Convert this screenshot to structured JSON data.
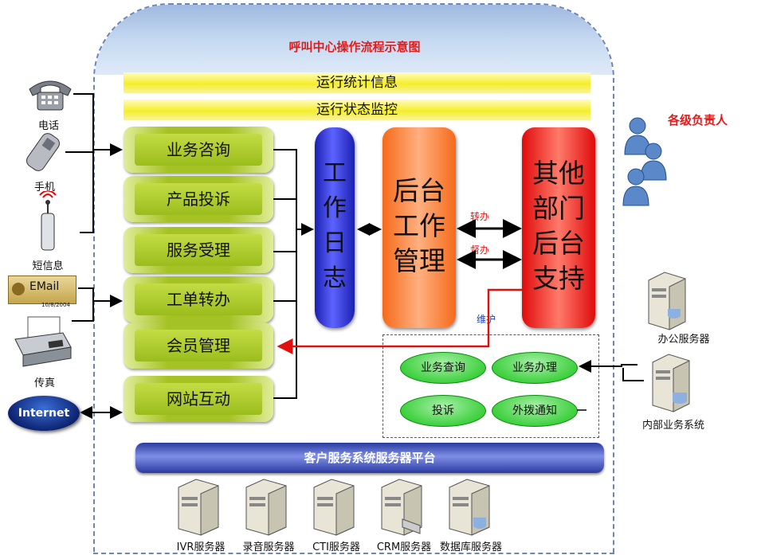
{
  "title": "呼叫中心操作流程示意图",
  "bars": {
    "stats": "运行统计信息",
    "monitor": "运行状态监控"
  },
  "services": [
    "业务咨询",
    "产品投诉",
    "服务受理",
    "工单转办",
    "会员管理",
    "网站互动"
  ],
  "pillars": {
    "log": "工作日志",
    "backend": "后台工作管理",
    "other": "其他部门后台支持"
  },
  "arrows": {
    "transfer": "转办",
    "supervise": "督办",
    "maintain": "维护"
  },
  "channels": {
    "phone": "电话",
    "mobile": "手机",
    "sms": "短信息",
    "email": "EMail",
    "email_date": "10/8/2004",
    "fax": "传真",
    "internet": "Internet"
  },
  "managers": "各级负责人",
  "functions": [
    "业务查询",
    "业务办理",
    "投诉",
    "外拨通知"
  ],
  "right_servers": {
    "office": "办公服务器",
    "internal": "内部业务系统"
  },
  "platform": "客户服务系统服务器平台",
  "servers": [
    "IVR服务器",
    "录音服务器",
    "CTI服务器",
    "CRM服务器",
    "数据库服务器"
  ],
  "colors": {
    "title": "#e01c1c",
    "log": "#3b40e6",
    "backend": "#f78a45",
    "other": "#ee2020",
    "oval": "#30cc30",
    "platform": "#3a4ab8"
  },
  "icons": [
    "phone-icon",
    "mobile-icon",
    "sms-antenna-icon",
    "email-icon",
    "fax-icon",
    "internet-cloud-icon",
    "people-icon",
    "server-icon"
  ]
}
